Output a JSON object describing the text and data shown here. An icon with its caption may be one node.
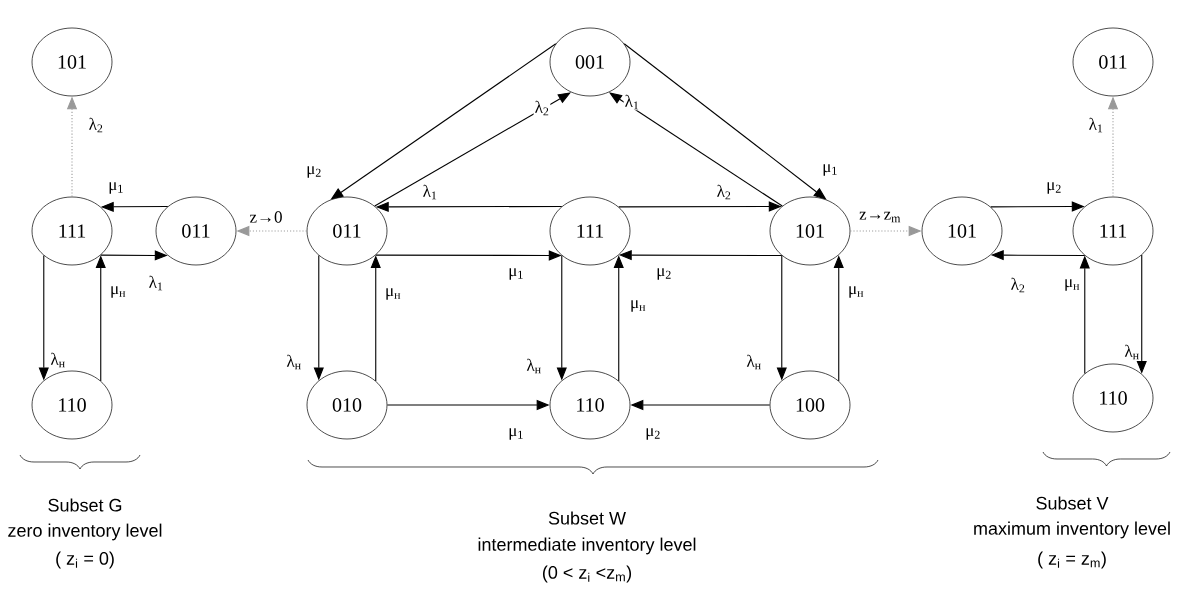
{
  "diagram": {
    "nodes": [
      {
        "text": [
          "101"
        ]
      },
      {
        "text": [
          "111"
        ]
      },
      {
        "text": [
          "011"
        ]
      },
      {
        "text": [
          "110"
        ]
      },
      {
        "text": [
          "001"
        ]
      },
      {
        "text": [
          "011"
        ]
      },
      {
        "text": [
          "111"
        ]
      },
      {
        "text": [
          "101"
        ]
      },
      {
        "text": [
          "010"
        ]
      },
      {
        "text": [
          "110"
        ]
      },
      {
        "text": [
          "100"
        ]
      },
      {
        "text": [
          "101"
        ]
      },
      {
        "text": [
          "111"
        ]
      },
      {
        "text": [
          "011"
        ]
      },
      {
        "text": [
          "110"
        ]
      }
    ],
    "edges": [
      {
        "from": 1,
        "to": 0,
        "arrow": "to",
        "label": "λ$_{2}$",
        "style": "dashed",
        "color": "#999999"
      },
      {
        "from": 2,
        "to": 1,
        "arrow": "to",
        "label": "μ$_{1}$"
      },
      {
        "from": 1,
        "to": 2,
        "arrow": "to",
        "label": "λ$_{1}$"
      },
      {
        "from": 1,
        "to": 3,
        "arrow": "to",
        "label": "λ$_{н}$"
      },
      {
        "from": 3,
        "to": 1,
        "arrow": "to",
        "label": "μ$_{н}$"
      },
      {
        "from": 5,
        "to": 2,
        "arrow": "to",
        "label": "z→0",
        "style": "dashed",
        "color": "#999999"
      },
      {
        "from": 4,
        "to": 5,
        "arrow": "to",
        "label": "μ$_{2}$"
      },
      {
        "from": 5,
        "to": 4,
        "arrow": "to",
        "label": "λ$_{2}$"
      },
      {
        "from": 7,
        "to": 4,
        "arrow": "to",
        "label": "λ$_{1}$"
      },
      {
        "from": 4,
        "to": 7,
        "arrow": "to",
        "label": "μ$_{1}$"
      },
      {
        "from": 6,
        "to": 5,
        "arrow": "to",
        "label": "λ$_{1}$"
      },
      {
        "from": 6,
        "to": 7,
        "arrow": "to",
        "label": "λ$_{2}$"
      },
      {
        "from": 5,
        "to": 6,
        "arrow": "to",
        "label": "μ$_{1}$"
      },
      {
        "from": 7,
        "to": 6,
        "arrow": "to",
        "label": "μ$_{2}$"
      },
      {
        "from": 5,
        "to": 8,
        "arrow": "to",
        "label": "λ$_{н}$"
      },
      {
        "from": 8,
        "to": 5,
        "arrow": "to",
        "label": "μ$_{н}$"
      },
      {
        "from": 6,
        "to": 9,
        "arrow": "to",
        "label": "λ$_{н}$"
      },
      {
        "from": 9,
        "to": 6,
        "arrow": "to",
        "label": "μ$_{н}$"
      },
      {
        "from": 7,
        "to": 10,
        "arrow": "to",
        "label": "λ$_{н}$"
      },
      {
        "from": 10,
        "to": 7,
        "arrow": "to",
        "label": "μ$_{н}$"
      },
      {
        "from": 8,
        "to": 9,
        "arrow": "to",
        "label": "μ$_{1}$"
      },
      {
        "from": 10,
        "to": 9,
        "arrow": "to",
        "label": "μ$_{2}$"
      },
      {
        "from": 7,
        "to": 11,
        "arrow": "to",
        "label": "z→z$_{m}$",
        "style": "dashed",
        "color": "#999999"
      },
      {
        "from": 11,
        "to": 12,
        "arrow": "to",
        "label": "μ$_{2}$"
      },
      {
        "from": 12,
        "to": 11,
        "arrow": "to",
        "label": "λ$_{2}$"
      },
      {
        "from": 12,
        "to": 13,
        "arrow": "to",
        "label": "λ$_{1}$",
        "style": "dashed",
        "color": "#999999"
      },
      {
        "from": 12,
        "to": 14,
        "arrow": "to",
        "label": "λ$_{н}$"
      },
      {
        "from": 14,
        "to": 12,
        "arrow": "to",
        "label": "μ$_{н}$"
      }
    ],
    "labels": [
      "Subset G",
      "zero inventory level",
      "( z$_{i}$ = 0)",
      "Subset W",
      "intermediate inventory level",
      "(0 < z$_{i}$ <z$_{m}$)",
      "Subset V",
      "maximum inventory level",
      "( z$_{i}$ = z$_{m}$)"
    ]
  }
}
